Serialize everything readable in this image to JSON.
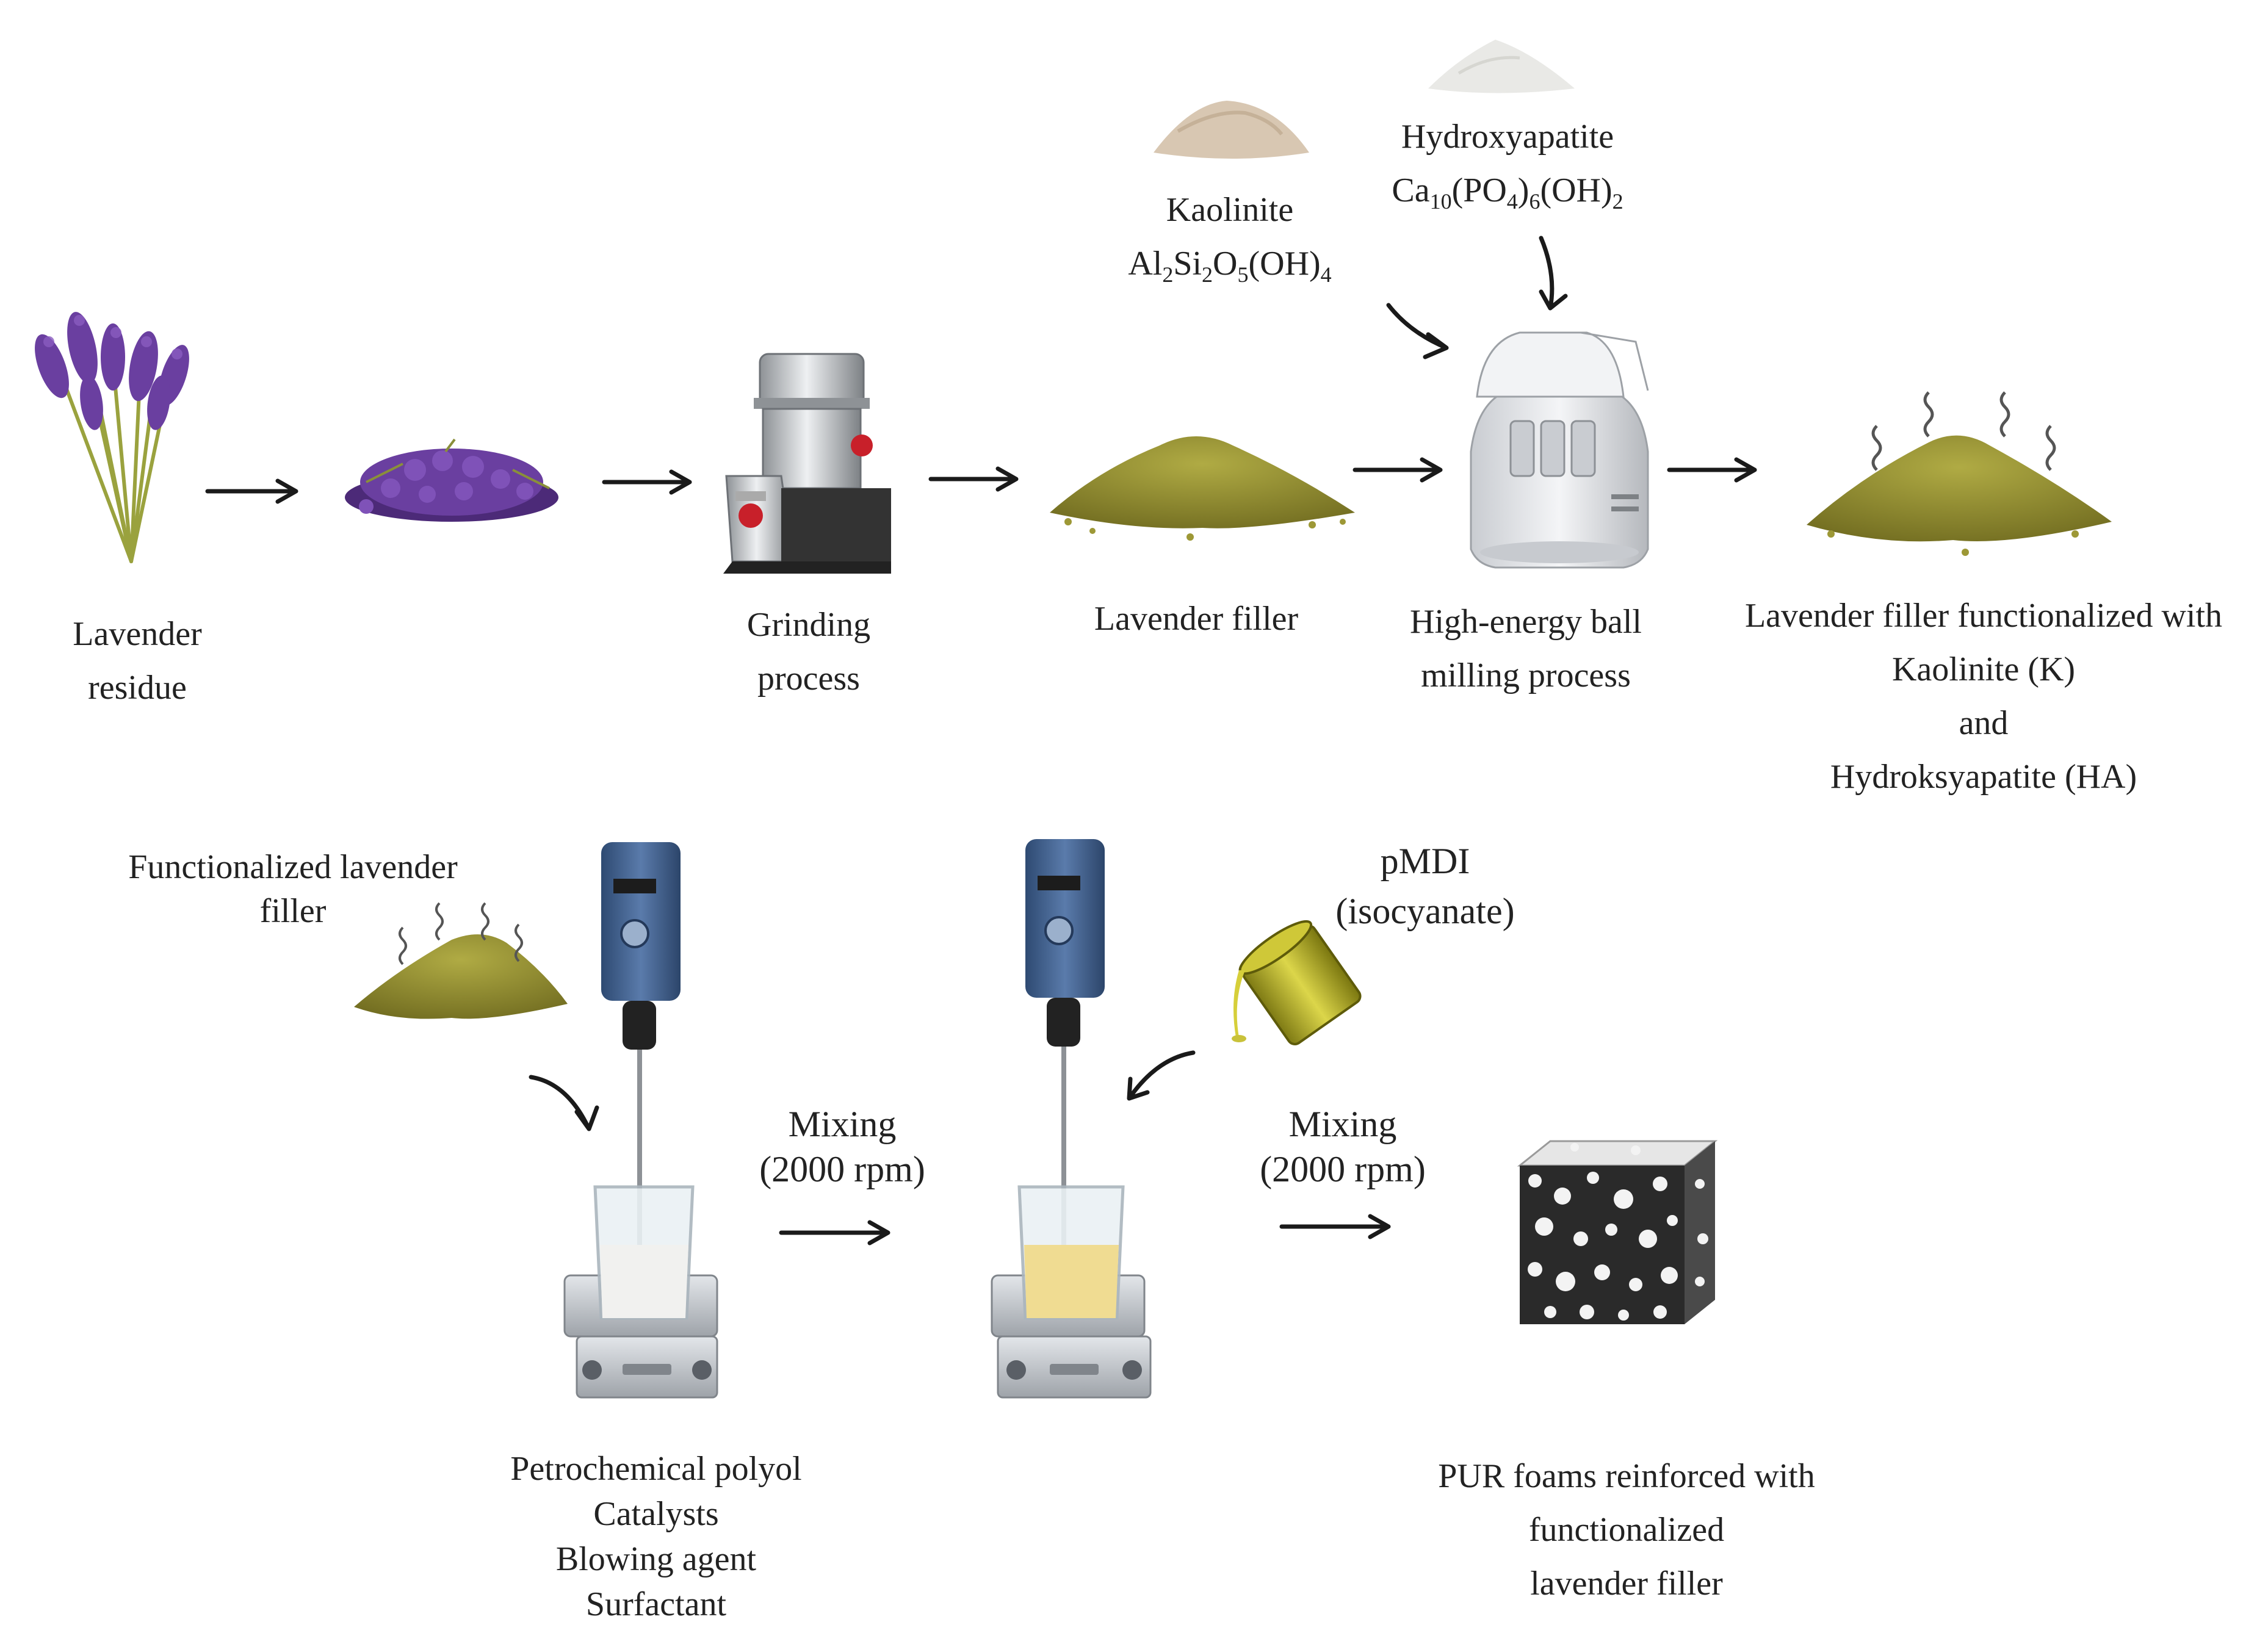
{
  "labels": {
    "lavender_residue": [
      "Lavender",
      "residue"
    ],
    "grinding": [
      "Grinding",
      "process"
    ],
    "lavender_filler": "Lavender  filler",
    "kaolinite": {
      "name": "Kaolinite",
      "formula": [
        [
          "Al",
          ""
        ],
        [
          "2",
          "sub"
        ],
        [
          "Si",
          ""
        ],
        [
          "2",
          "sub"
        ],
        [
          "O",
          ""
        ],
        [
          "5",
          "sub"
        ],
        [
          "(OH)",
          ""
        ],
        [
          "4",
          "sub"
        ]
      ]
    },
    "hydroxyapatite": {
      "name": "Hydroxyapatite",
      "formula": [
        [
          "Ca",
          ""
        ],
        [
          "10",
          "sub"
        ],
        [
          "(PO",
          ""
        ],
        [
          "4",
          "sub"
        ],
        [
          ")",
          ""
        ],
        [
          "6",
          "sub"
        ],
        [
          "(OH)",
          ""
        ],
        [
          "2",
          "sub"
        ]
      ]
    },
    "ball_milling": [
      "High-energy ball",
      "milling process"
    ],
    "functionalized_result": [
      "Lavender  filler functionalized with",
      "Kaolinite (K)",
      "and",
      "Hydroksyapatite (HA)"
    ],
    "functionalized_filler": [
      "Functionalized lavender",
      "filler"
    ],
    "pmdi": [
      "pMDI",
      "(isocyanate)"
    ],
    "mixing_1": [
      "Mixing",
      "(2000 rpm)"
    ],
    "mixing_2": [
      "Mixing",
      "(2000 rpm)"
    ],
    "components": [
      "Petrochemical polyol",
      "Catalysts",
      "Blowing agent",
      "Surfactant"
    ],
    "pur_foams": [
      "PUR foams reinforced with",
      "functionalized",
      "lavender filler"
    ]
  },
  "colors": {
    "lavender_purple": "#6a3fa0",
    "stem_green": "#8a9a3a",
    "filler_olive": "#8f8a2a",
    "kaolinite_beige": "#d8c7b2",
    "ha_white": "#e9e9e6",
    "steel_grey": "#b9bcc0",
    "mixer_blue": "#3f5f8c",
    "isocyanate_yellow": "#c9c23a",
    "polyol_white": "#f1f1ef",
    "mixture_cream": "#f0dc92"
  }
}
